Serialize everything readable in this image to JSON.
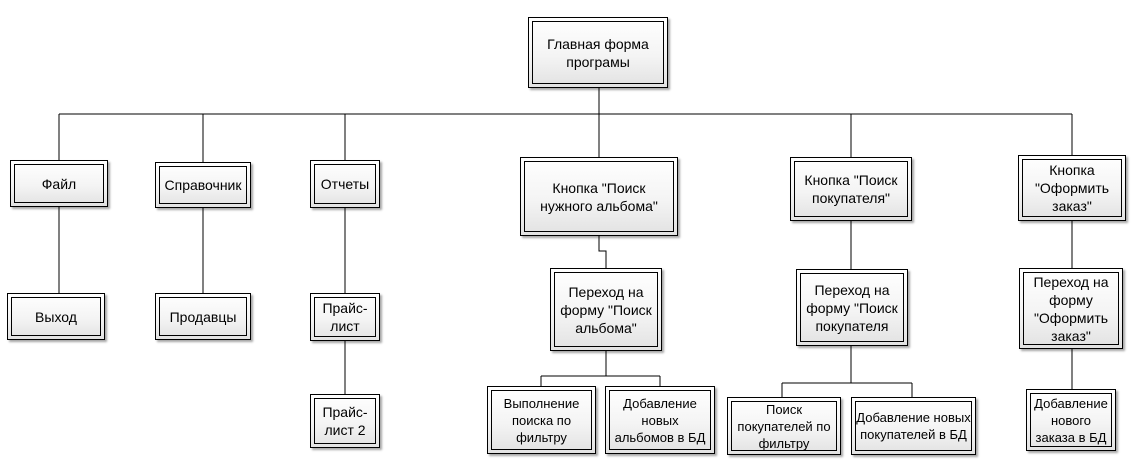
{
  "nodes": {
    "root": "Главная форма програмы",
    "file": "Файл",
    "directory": "Справочник",
    "reports": "Отчеты",
    "album_button": "Кнопка \"Поиск нужного альбома\"",
    "customer_button": "Кнопка \"Поиск покупателя\"",
    "order_button": "Кнопка \"Оформить заказ\"",
    "exit": "Выход",
    "sellers": "Продавцы",
    "pricelist": "Прайс-лист",
    "pricelist2": "Прайс-лист 2",
    "album_form": "Переход на форму \"Поиск альбома\"",
    "customer_form": "Переход на форму \"Поиск покупателя",
    "order_form": "Переход на форму \"Оформить заказ\"",
    "filter_search": "Выполнение поиска по фильтру",
    "add_albums": "Добавление новых альбомов в БД",
    "customer_search": "Поиск покупателей по фильтру",
    "add_customers": "Добавление новых покупателей в БД",
    "add_order": "Добавление нового заказа в БД"
  }
}
